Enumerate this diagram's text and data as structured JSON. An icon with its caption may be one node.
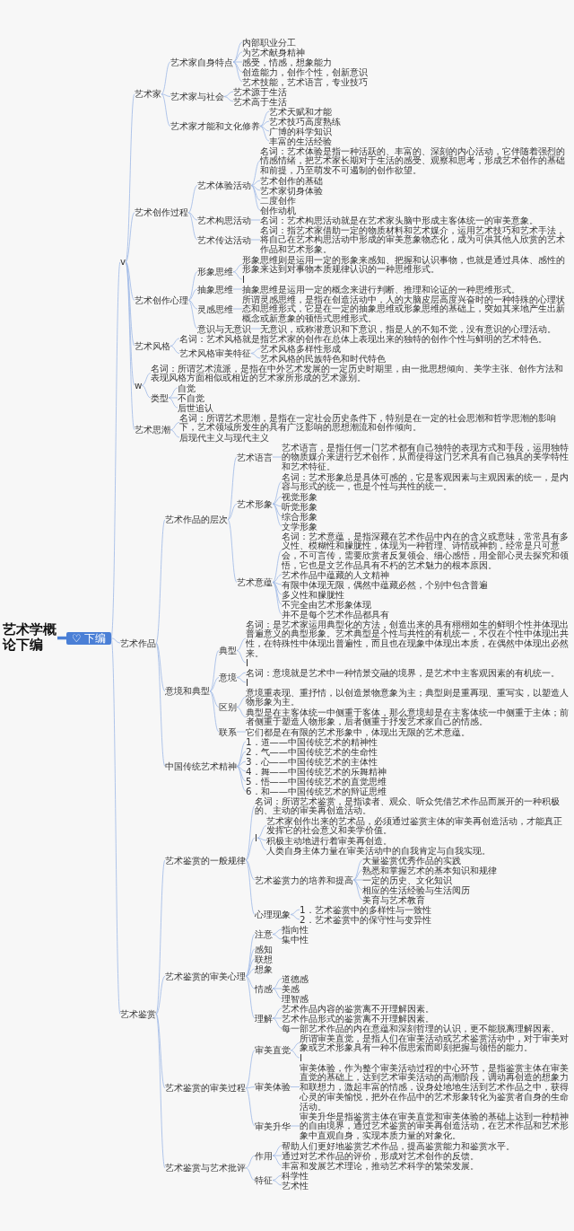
{
  "diagram": {
    "nodes": [
      {
        "text": [
          "艺术学概论下编"
        ]
      },
      {
        "text": [
          "♡ 下编"
        ]
      },
      {
        "text": [
          "v"
        ]
      },
      {
        "text": [
          "艺术家"
        ]
      },
      {
        "text": [
          "艺术家自身特点"
        ]
      },
      {
        "text": [
          "内部职业分工"
        ]
      },
      {
        "text": [
          "为艺术献身精神"
        ]
      },
      {
        "text": [
          "感受，情感，想象能力"
        ]
      },
      {
        "text": [
          "创造能力，创作个性，创新意识"
        ]
      },
      {
        "text": [
          "艺术技能，艺术语言，专业技巧"
        ]
      },
      {
        "text": [
          "艺术家与社会"
        ]
      },
      {
        "text": [
          "艺术源于生活"
        ]
      },
      {
        "text": [
          "艺术高于生活"
        ]
      },
      {
        "text": [
          "艺术家才能和文化修养"
        ]
      },
      {
        "text": [
          "艺术天赋和才能"
        ]
      },
      {
        "text": [
          "艺术技巧高度熟练"
        ]
      },
      {
        "text": [
          "广博的科学知识"
        ]
      },
      {
        "text": [
          "丰富的生活经验"
        ]
      },
      {
        "text": [
          "艺术创作过程"
        ]
      },
      {
        "text": [
          "艺术体验活动"
        ]
      },
      {
        "text": [
          "名词：艺术体验是指一种活跃的、丰富的、深刻的内心活动，它伴随着强烈的情感情绪，把艺术家长期对于生活的感受、观察和思考，形成艺术创作的基础和前提，乃至萌发不可遏制的创作欲望。"
        ]
      },
      {
        "text": [
          "艺术创作的基础"
        ]
      },
      {
        "text": [
          "艺术家切身体验"
        ]
      },
      {
        "text": [
          "二度创作"
        ]
      },
      {
        "text": [
          "创作动机"
        ]
      },
      {
        "text": [
          "艺术构思活动"
        ]
      },
      {
        "text": [
          "名词：艺术构思活动就是在艺术家头脑中形成主客体统一的审美意象。"
        ]
      },
      {
        "text": [
          "艺术传达活动"
        ]
      },
      {
        "text": [
          "名词：指艺术家借助一定的物质材料和艺术媒介，运用艺术技巧和艺术手法，将自己在艺术构思活动中形成的审美意象物态化，成为可供其他人欣赏的艺术作品和艺术形象。"
        ]
      },
      {
        "text": [
          "艺术创作心理"
        ]
      },
      {
        "text": [
          "形象思维"
        ]
      },
      {
        "text": [
          "形象思维则是运用一定的形象来感知、把握和认识事物，也就是通过具体、感性的形象来达到对事物本质规律认识的一种思维形式。"
        ]
      },
      {
        "text": [
          "I"
        ]
      },
      {
        "text": [
          "抽象思维"
        ]
      },
      {
        "text": [
          "抽象思维是运用一定的概念来进行判断、推理和论证的一种思维形式。"
        ]
      },
      {
        "text": [
          "灵感思维"
        ]
      },
      {
        "text": [
          "所谓灵感思维，是指在创造活动中，人的大脑皮层高度兴奋时的一种特殊的心理状态和思维形式，它是在一定的抽象思维或形象思维的基础上，突如其来地产生出新概念或新意象的顿悟式思维形式。"
        ]
      },
      {
        "text": [
          "意识与无意识"
        ]
      },
      {
        "text": [
          "无意识，或称潜意识和下意识，指是人的不知不觉，没有意识的心理活动。"
        ]
      },
      {
        "text": [
          "艺术风格"
        ]
      },
      {
        "text": [
          "名词：艺术风格就是指艺术家的创作在总体上表现出来的独特的创作个性与鲜明的艺术特色。"
        ]
      },
      {
        "text": [
          "艺术风格审美特征"
        ]
      },
      {
        "text": [
          "艺术风格多样性形成"
        ]
      },
      {
        "text": [
          "艺术风格的民族特色和时代特色"
        ]
      },
      {
        "text": [
          "w"
        ]
      },
      {
        "text": [
          "名词：所谓艺术流派，是指在中外艺术发展的一定历史时期里，由一批思想倾向、美学主张、创作方法和表现风格方面相似或相近的艺术家所形成的艺术派别。"
        ]
      },
      {
        "text": [
          "类型"
        ]
      },
      {
        "text": [
          "自觉"
        ]
      },
      {
        "text": [
          "不自觉"
        ]
      },
      {
        "text": [
          "后世追认"
        ]
      },
      {
        "text": [
          "艺术思潮"
        ]
      },
      {
        "text": [
          "名词：所谓艺术思潮，是指在一定社会历史条件下，特别是在一定的社会思潮和哲学思潮的影响下，艺术领域所发生的具有广泛影响的思想潮流和创作倾向。"
        ]
      },
      {
        "text": [
          "后现代主义与现代主义"
        ]
      },
      {
        "text": [
          "艺术作品"
        ]
      },
      {
        "text": [
          "艺术作品的层次"
        ]
      },
      {
        "text": [
          "艺术语言"
        ]
      },
      {
        "text": [
          "艺术语言，是指任何一门艺术都有自己独特的表现方式和手段，运用独特的物质媒介来进行艺术创作，从而使得这门艺术具有自己独具的美学特性和艺术特征。"
        ]
      },
      {
        "text": [
          "艺术形象"
        ]
      },
      {
        "text": [
          "名词：艺术形象总是具体可感的，它是客观因素与主观因素的统一，是内容与形式的统一，也是个性与共性的统一。"
        ]
      },
      {
        "text": [
          "视觉形象"
        ]
      },
      {
        "text": [
          "听觉形象"
        ]
      },
      {
        "text": [
          "综合形象"
        ]
      },
      {
        "text": [
          "文学形象"
        ]
      },
      {
        "text": [
          "艺术意蕴"
        ]
      },
      {
        "text": [
          "名词：艺术意蕴，是指深藏在艺术作品中内在的含义或意味，常常具有多义性、模糊性和朦胧性，体现为一种哲理、诗情或神韵，经常是只可意会，不可言传，需要欣赏者反复领会、细心感悟，用全部心灵去探究和领悟，它也是文艺作品具有不朽的艺术魅力的根本原因。"
        ]
      },
      {
        "text": [
          "艺术作品中蕴藏的人文精神"
        ]
      },
      {
        "text": [
          "有限中体现无限，偶然中蕴藏必然，个别中包含普遍"
        ]
      },
      {
        "text": [
          "多义性和朦胧性"
        ]
      },
      {
        "text": [
          "不完全由艺术形象体现"
        ]
      },
      {
        "text": [
          "并不是每个艺术作品都具有"
        ]
      },
      {
        "text": [
          "意境和典型"
        ]
      },
      {
        "text": [
          "典型"
        ]
      },
      {
        "text": [
          "名词：是艺术家运用典型化的方法，创造出来的具有栩栩如生的鲜明个性并体现出普遍意义的典型形象。艺术典型是个性与共性的有机统一，不仅在个性中体现出共性，在特殊性中体现出普遍性，而且也在现象中体现出本质，在偶然中体现出必然来。"
        ]
      },
      {
        "text": [
          "I"
        ]
      },
      {
        "text": [
          "意境"
        ]
      },
      {
        "text": [
          "名词：意境就是艺术中一种情景交融的境界，是艺术中主客观因素的有机统一。"
        ]
      },
      {
        "text": [
          "I"
        ]
      },
      {
        "text": [
          "区别"
        ]
      },
      {
        "text": [
          "意境重表现、重抒情，以创造景物意象为主；典型则是重再现、重写实，以塑造人物形象为主。"
        ]
      },
      {
        "text": [
          "典型是在主客体统一中侧重于客体，那么意境却是在主客体统一中侧重于主体；前者侧重于塑造人物形象，后者侧重于抒发艺术家自己的情感。"
        ]
      },
      {
        "text": [
          "联系"
        ]
      },
      {
        "text": [
          "它们都是在有限的艺术形象中，体现出无限的艺术意蕴。"
        ]
      },
      {
        "text": [
          "中国传统艺术精神"
        ]
      },
      {
        "text": [
          "1．道——中国传统艺术的精神性"
        ]
      },
      {
        "text": [
          "2．气——中国传统艺术的生命性"
        ]
      },
      {
        "text": [
          "3．心——中国传统艺术的主体性"
        ]
      },
      {
        "text": [
          "4．舞——中国传统艺术的乐舞精神"
        ]
      },
      {
        "text": [
          "5．悟——中国传统艺术的直觉思维"
        ]
      },
      {
        "text": [
          "6．和——中国传统艺术的辩证思维"
        ]
      },
      {
        "text": [
          "艺术鉴赏"
        ]
      },
      {
        "text": [
          "艺术鉴赏的一般规律"
        ]
      },
      {
        "text": [
          "名词：所谓艺术鉴赏，是指读者、观众、听众凭借艺术作品而展开的一种积极的、主动的审美再创造活动。"
        ]
      },
      {
        "text": [
          "I"
        ]
      },
      {
        "text": [
          "艺术家创作出来的艺术品，必须通过鉴赏主体的审美再创造活动，才能真正发挥它的社会意义和美学价值。"
        ]
      },
      {
        "text": [
          "积极主动地进行着审美再创造。"
        ]
      },
      {
        "text": [
          "人类自身主体力量在审美活动中的自我肯定与自我实现。"
        ]
      },
      {
        "text": [
          "艺术鉴赏力的培养和提高"
        ]
      },
      {
        "text": [
          "大量鉴赏优秀作品的实践"
        ]
      },
      {
        "text": [
          "熟悉和掌握艺术的基本知识和规律"
        ]
      },
      {
        "text": [
          "一定的历史、文化知识"
        ]
      },
      {
        "text": [
          "相应的生活经验与生活阅历"
        ]
      },
      {
        "text": [
          "美育与艺术教育"
        ]
      },
      {
        "text": [
          "心理现象"
        ]
      },
      {
        "text": [
          "1．艺术鉴赏中的多样性与一致性"
        ]
      },
      {
        "text": [
          "2．艺术鉴赏中的保守性与变异性"
        ]
      },
      {
        "text": [
          "艺术鉴赏的审美心理"
        ]
      },
      {
        "text": [
          "注意"
        ]
      },
      {
        "text": [
          "指向性"
        ]
      },
      {
        "text": [
          "集中性"
        ]
      },
      {
        "text": [
          "感知"
        ]
      },
      {
        "text": [
          "联想"
        ]
      },
      {
        "text": [
          "想象"
        ]
      },
      {
        "text": [
          "情感"
        ]
      },
      {
        "text": [
          "道德感"
        ]
      },
      {
        "text": [
          "美感"
        ]
      },
      {
        "text": [
          "理智感"
        ]
      },
      {
        "text": [
          "理解"
        ]
      },
      {
        "text": [
          "艺术作品内容的鉴赏离不开理解因素。"
        ]
      },
      {
        "text": [
          "艺术作品形式的鉴赏离不开理解因素。"
        ]
      },
      {
        "text": [
          "每一部艺术作品的内在意蕴和深刻哲理的认识，更不能脱离理解因素。"
        ]
      },
      {
        "text": [
          "艺术鉴赏的审美过程"
        ]
      },
      {
        "text": [
          "审美直觉"
        ]
      },
      {
        "text": [
          "所谓审美直觉，是指人们在审美活动或艺术鉴赏活动中，对于审美对象或艺术形象具有一种不假思索而即刻把握与领悟的能力。"
        ]
      },
      {
        "text": [
          "I"
        ]
      },
      {
        "text": [
          "审美体验"
        ]
      },
      {
        "text": [
          "审美体验，作为整个审美活动过程的中心环节，是指鉴赏主体在审美直觉的基础上，达到艺术审美活动的高潮阶段，调动再创造的想象力和联想力，激起丰富的情感，设身处地地生活到艺术作品之中，获得心灵的审美愉悦，把外在作品中的艺术形象转化为鉴赏者自身的生命活动。"
        ]
      },
      {
        "text": [
          "审美升华"
        ]
      },
      {
        "text": [
          "审美升华是指鉴赏主体在审美直觉和审美体验的基础上达到一种精神的自由境界，通过艺术鉴赏的审美再创造活动，在艺术作品和艺术形象中直观自身，实现本质力量的对象化。"
        ]
      },
      {
        "text": [
          "艺术鉴赏与艺术批评"
        ]
      },
      {
        "text": [
          "作用"
        ]
      },
      {
        "text": [
          "帮助人们更好地鉴赏艺术作品，提高鉴赏能力和鉴赏水平。"
        ]
      },
      {
        "text": [
          "通过对艺术作品的评价，形成对艺术创作的反馈。"
        ]
      },
      {
        "text": [
          "丰富和发展艺术理论，推动艺术科学的繁荣发展。"
        ]
      },
      {
        "text": [
          "特征"
        ]
      },
      {
        "text": [
          "科学性"
        ]
      },
      {
        "text": [
          "艺术性"
        ]
      }
    ],
    "edges": [
      {
        "from": 0,
        "to": 1,
        "arrow": "none",
        "style": "thick",
        "color": "#4a7fd6"
      },
      {
        "from": 1,
        "to": 2,
        "arrow": "none"
      },
      {
        "from": 2,
        "to": 3,
        "arrow": "none"
      },
      {
        "from": 3,
        "to": 4,
        "arrow": "none"
      },
      {
        "from": 4,
        "to": 5,
        "arrow": "none"
      },
      {
        "from": 4,
        "to": 6,
        "arrow": "none"
      },
      {
        "from": 4,
        "to": 7,
        "arrow": "none"
      },
      {
        "from": 4,
        "to": 8,
        "arrow": "none"
      },
      {
        "from": 4,
        "to": 9,
        "arrow": "none"
      },
      {
        "from": 3,
        "to": 10,
        "arrow": "none"
      },
      {
        "from": 10,
        "to": 11,
        "arrow": "none"
      },
      {
        "from": 10,
        "to": 12,
        "arrow": "none"
      },
      {
        "from": 3,
        "to": 13,
        "arrow": "none"
      },
      {
        "from": 13,
        "to": 14,
        "arrow": "none"
      },
      {
        "from": 13,
        "to": 15,
        "arrow": "none"
      },
      {
        "from": 13,
        "to": 16,
        "arrow": "none"
      },
      {
        "from": 13,
        "to": 17,
        "arrow": "none"
      },
      {
        "from": 2,
        "to": 18,
        "arrow": "none"
      },
      {
        "from": 18,
        "to": 19,
        "arrow": "none"
      },
      {
        "from": 19,
        "to": 20,
        "arrow": "none"
      },
      {
        "from": 19,
        "to": 21,
        "arrow": "none"
      },
      {
        "from": 19,
        "to": 22,
        "arrow": "none"
      },
      {
        "from": 19,
        "to": 23,
        "arrow": "none"
      },
      {
        "from": 19,
        "to": 24,
        "arrow": "none"
      },
      {
        "from": 18,
        "to": 25,
        "arrow": "none"
      },
      {
        "from": 25,
        "to": 26,
        "arrow": "none"
      },
      {
        "from": 18,
        "to": 27,
        "arrow": "none"
      },
      {
        "from": 27,
        "to": 28,
        "arrow": "none"
      },
      {
        "from": 2,
        "to": 29,
        "arrow": "none"
      },
      {
        "from": 29,
        "to": 30,
        "arrow": "none"
      },
      {
        "from": 30,
        "to": 31,
        "arrow": "none"
      },
      {
        "from": 30,
        "to": 32,
        "arrow": "none"
      },
      {
        "from": 29,
        "to": 33,
        "arrow": "none"
      },
      {
        "from": 33,
        "to": 34,
        "arrow": "none"
      },
      {
        "from": 29,
        "to": 35,
        "arrow": "none"
      },
      {
        "from": 35,
        "to": 36,
        "arrow": "none"
      },
      {
        "from": 29,
        "to": 37,
        "arrow": "none"
      },
      {
        "from": 37,
        "to": 38,
        "arrow": "none"
      },
      {
        "from": 2,
        "to": 39,
        "arrow": "none"
      },
      {
        "from": 39,
        "to": 40,
        "arrow": "none"
      },
      {
        "from": 39,
        "to": 41,
        "arrow": "none"
      },
      {
        "from": 41,
        "to": 42,
        "arrow": "none"
      },
      {
        "from": 41,
        "to": 43,
        "arrow": "none"
      },
      {
        "from": 2,
        "to": 44,
        "arrow": "none"
      },
      {
        "from": 44,
        "to": 45,
        "arrow": "none"
      },
      {
        "from": 44,
        "to": 46,
        "arrow": "none"
      },
      {
        "from": 46,
        "to": 47,
        "arrow": "none"
      },
      {
        "from": 46,
        "to": 48,
        "arrow": "none"
      },
      {
        "from": 46,
        "to": 49,
        "arrow": "none"
      },
      {
        "from": 2,
        "to": 50,
        "arrow": "none"
      },
      {
        "from": 50,
        "to": 51,
        "arrow": "none"
      },
      {
        "from": 50,
        "to": 52,
        "arrow": "none"
      },
      {
        "from": 1,
        "to": 53,
        "arrow": "none"
      },
      {
        "from": 53,
        "to": 54,
        "arrow": "none"
      },
      {
        "from": 54,
        "to": 55,
        "arrow": "none"
      },
      {
        "from": 55,
        "to": 56,
        "arrow": "none"
      },
      {
        "from": 54,
        "to": 57,
        "arrow": "none"
      },
      {
        "from": 57,
        "to": 58,
        "arrow": "none"
      },
      {
        "from": 57,
        "to": 59,
        "arrow": "none"
      },
      {
        "from": 57,
        "to": 60,
        "arrow": "none"
      },
      {
        "from": 57,
        "to": 61,
        "arrow": "none"
      },
      {
        "from": 57,
        "to": 62,
        "arrow": "none"
      },
      {
        "from": 54,
        "to": 63,
        "arrow": "none"
      },
      {
        "from": 63,
        "to": 64,
        "arrow": "none"
      },
      {
        "from": 63,
        "to": 65,
        "arrow": "none"
      },
      {
        "from": 63,
        "to": 66,
        "arrow": "none"
      },
      {
        "from": 63,
        "to": 67,
        "arrow": "none"
      },
      {
        "from": 63,
        "to": 68,
        "arrow": "none"
      },
      {
        "from": 63,
        "to": 69,
        "arrow": "none"
      },
      {
        "from": 53,
        "to": 70,
        "arrow": "none"
      },
      {
        "from": 70,
        "to": 71,
        "arrow": "none"
      },
      {
        "from": 71,
        "to": 72,
        "arrow": "none"
      },
      {
        "from": 71,
        "to": 73,
        "arrow": "none"
      },
      {
        "from": 70,
        "to": 74,
        "arrow": "none"
      },
      {
        "from": 74,
        "to": 75,
        "arrow": "none"
      },
      {
        "from": 74,
        "to": 76,
        "arrow": "none"
      },
      {
        "from": 70,
        "to": 77,
        "arrow": "none"
      },
      {
        "from": 77,
        "to": 78,
        "arrow": "none"
      },
      {
        "from": 77,
        "to": 79,
        "arrow": "none"
      },
      {
        "from": 70,
        "to": 80,
        "arrow": "none"
      },
      {
        "from": 80,
        "to": 81,
        "arrow": "none"
      },
      {
        "from": 53,
        "to": 82,
        "arrow": "none"
      },
      {
        "from": 82,
        "to": 83,
        "arrow": "none"
      },
      {
        "from": 82,
        "to": 84,
        "arrow": "none"
      },
      {
        "from": 82,
        "to": 85,
        "arrow": "none"
      },
      {
        "from": 82,
        "to": 86,
        "arrow": "none"
      },
      {
        "from": 82,
        "to": 87,
        "arrow": "none"
      },
      {
        "from": 82,
        "to": 88,
        "arrow": "none"
      },
      {
        "from": 1,
        "to": 89,
        "arrow": "none"
      },
      {
        "from": 89,
        "to": 90,
        "arrow": "none"
      },
      {
        "from": 90,
        "to": 91,
        "arrow": "none"
      },
      {
        "from": 90,
        "to": 92,
        "arrow": "none"
      },
      {
        "from": 92,
        "to": 93,
        "arrow": "none"
      },
      {
        "from": 92,
        "to": 94,
        "arrow": "none"
      },
      {
        "from": 92,
        "to": 95,
        "arrow": "none"
      },
      {
        "from": 90,
        "to": 96,
        "arrow": "none"
      },
      {
        "from": 96,
        "to": 97,
        "arrow": "none"
      },
      {
        "from": 96,
        "to": 98,
        "arrow": "none"
      },
      {
        "from": 96,
        "to": 99,
        "arrow": "none"
      },
      {
        "from": 96,
        "to": 100,
        "arrow": "none"
      },
      {
        "from": 96,
        "to": 101,
        "arrow": "none"
      },
      {
        "from": 90,
        "to": 102,
        "arrow": "none"
      },
      {
        "from": 102,
        "to": 103,
        "arrow": "none"
      },
      {
        "from": 102,
        "to": 104,
        "arrow": "none"
      },
      {
        "from": 89,
        "to": 105,
        "arrow": "none"
      },
      {
        "from": 105,
        "to": 106,
        "arrow": "none"
      },
      {
        "from": 106,
        "to": 107,
        "arrow": "none"
      },
      {
        "from": 106,
        "to": 108,
        "arrow": "none"
      },
      {
        "from": 105,
        "to": 109,
        "arrow": "none"
      },
      {
        "from": 105,
        "to": 110,
        "arrow": "none"
      },
      {
        "from": 105,
        "to": 111,
        "arrow": "none"
      },
      {
        "from": 105,
        "to": 112,
        "arrow": "none"
      },
      {
        "from": 112,
        "to": 113,
        "arrow": "none"
      },
      {
        "from": 112,
        "to": 114,
        "arrow": "none"
      },
      {
        "from": 112,
        "to": 115,
        "arrow": "none"
      },
      {
        "from": 105,
        "to": 116,
        "arrow": "none"
      },
      {
        "from": 116,
        "to": 117,
        "arrow": "none"
      },
      {
        "from": 116,
        "to": 118,
        "arrow": "none"
      },
      {
        "from": 116,
        "to": 119,
        "arrow": "none"
      },
      {
        "from": 89,
        "to": 120,
        "arrow": "none"
      },
      {
        "from": 120,
        "to": 121,
        "arrow": "none"
      },
      {
        "from": 121,
        "to": 122,
        "arrow": "none"
      },
      {
        "from": 121,
        "to": 123,
        "arrow": "none"
      },
      {
        "from": 120,
        "to": 124,
        "arrow": "none"
      },
      {
        "from": 124,
        "to": 125,
        "arrow": "none"
      },
      {
        "from": 120,
        "to": 126,
        "arrow": "none"
      },
      {
        "from": 126,
        "to": 127,
        "arrow": "none"
      },
      {
        "from": 89,
        "to": 128,
        "arrow": "none"
      },
      {
        "from": 128,
        "to": 129,
        "arrow": "none"
      },
      {
        "from": 129,
        "to": 130,
        "arrow": "none"
      },
      {
        "from": 129,
        "to": 131,
        "arrow": "none"
      },
      {
        "from": 129,
        "to": 132,
        "arrow": "none"
      },
      {
        "from": 128,
        "to": 133,
        "arrow": "none"
      },
      {
        "from": 133,
        "to": 134,
        "arrow": "none"
      },
      {
        "from": 133,
        "to": 135,
        "arrow": "none"
      }
    ]
  }
}
